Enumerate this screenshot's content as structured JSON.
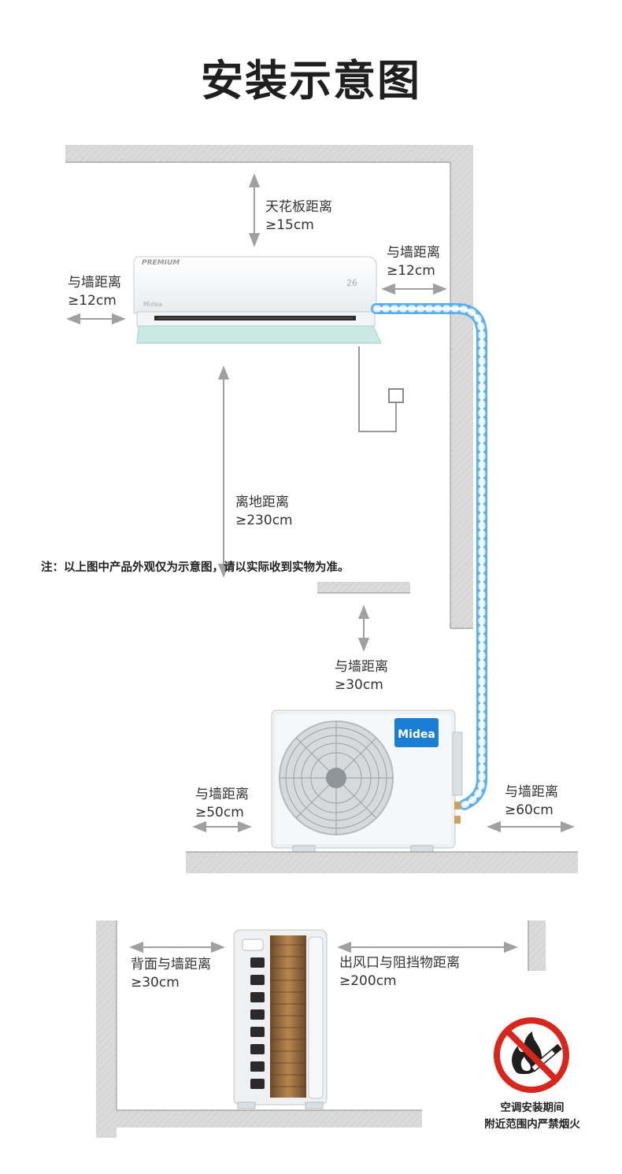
{
  "title": "安装示意图",
  "labels": {
    "ceiling": {
      "line1": "天花板距离",
      "line2": "≥15cm"
    },
    "indoor_left": {
      "line1": "与墙距离",
      "line2": "≥12cm"
    },
    "indoor_right": {
      "line1": "与墙距离",
      "line2": "≥12cm"
    },
    "floor": {
      "line1": "离地距离",
      "line2": "≥230cm"
    },
    "outdoor_top": {
      "line1": "与墙距离",
      "line2": "≥30cm"
    },
    "outdoor_left": {
      "line1": "与墙距离",
      "line2": "≥50cm"
    },
    "outdoor_right": {
      "line1": "与墙距离",
      "line2": "≥60cm"
    },
    "back_wall": {
      "line1": "背面与墙距离",
      "line2": "≥30cm"
    },
    "outlet": {
      "line1": "出风口与阻挡物距离",
      "line2": "≥200cm"
    }
  },
  "note": "注：以上图中产品外观仅为示意图，请以实际收到实物为准。",
  "warning": {
    "line1": "空调安装期间",
    "line2": "附近范围内严禁烟火"
  },
  "brand": {
    "outdoor_logo": "Midea",
    "indoor_logo": "Midea"
  },
  "icons": {
    "warning": "no-smoking-no-fire-icon",
    "arrow": "double-arrow-icon"
  },
  "colors": {
    "pipe": "#5ab0ee",
    "pipe_light": "#bfe2fb",
    "wall": "#d9d9d9",
    "wall_edge": "#8a8a8a",
    "logo_blue": "#1a7fd4",
    "prohibit_red": "#d9261c",
    "arrow": "#999999"
  }
}
